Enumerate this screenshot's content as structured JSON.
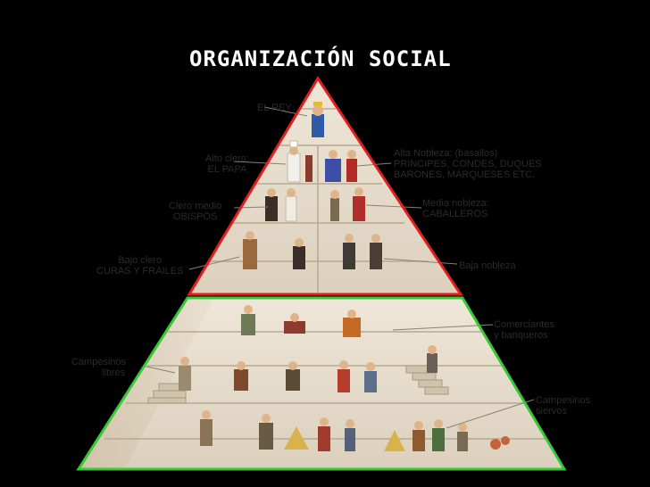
{
  "title": "Organización social",
  "labels": {
    "rey": "EL REY",
    "alto_clero": [
      "Alto clero:",
      "EL PAPA"
    ],
    "alta_nobleza": [
      "Alta Nobleza: (basallos)",
      "PRINCIPES, CONDES, DUQUES",
      "BARONES, MARQUESES ETC."
    ],
    "clero_medio": [
      "Clero medio",
      "OBISPOS"
    ],
    "media_nobleza": [
      "Media nobleza:",
      "CABALLEROS"
    ],
    "bajo_clero": [
      "Bajo clero",
      "CURAS Y FRAILES"
    ],
    "baja_nobleza": "Baja nobleza",
    "comerciantes": [
      "Comerciantes",
      "y banqueros"
    ],
    "campesinos_libres": [
      "Campesinos",
      "libres"
    ],
    "campesinos_siervos": [
      "Campesinos",
      "siervos"
    ]
  },
  "colors": {
    "background": "#000000",
    "pyramid_stone": "#e9e0d2",
    "privileged_outline": "#e0201c",
    "non_privileged_outline": "#36c935",
    "label_text": "#2b2b2b"
  }
}
